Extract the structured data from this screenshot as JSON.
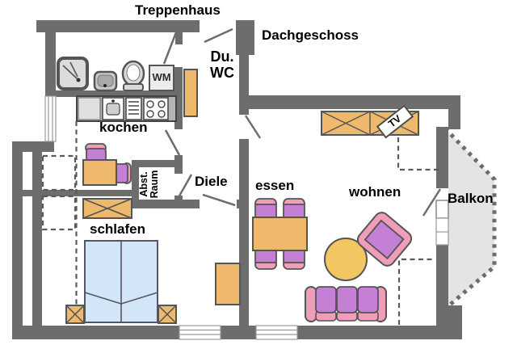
{
  "plan_title": "Dachgeschoss",
  "labels": {
    "treppenhaus": "Treppenhaus",
    "dachgeschoss": "Dachgeschoss",
    "du_wc": "Du.\nWC",
    "wm": "WM",
    "kochen": "kochen",
    "abst_raum": "Abst.\nRaum",
    "diele": "Diele",
    "essen": "essen",
    "wohnen": "wohnen",
    "balkon": "Balkon",
    "tv": "TV",
    "schlafen": "schlafen"
  },
  "rooms": [
    {
      "label": "Du.\nWC"
    },
    {
      "label": "kochen"
    },
    {
      "label": "Abst.\nRaum"
    },
    {
      "label": "Diele"
    },
    {
      "label": "essen"
    },
    {
      "label": "wohnen"
    },
    {
      "label": "Balkon"
    },
    {
      "label": "schlafen"
    }
  ],
  "furniture_icons": [
    "shower-icon",
    "washbasin-icon",
    "toilet-icon",
    "washing-machine-icon",
    "kitchen-counter-icon",
    "sink-icon",
    "stove-icon",
    "kitchen-table-icon",
    "chair-icon",
    "tall-cabinet-icon",
    "dresser-icon",
    "double-bed-icon",
    "nightstand-icon",
    "sideboard-icon",
    "tv-icon",
    "dining-table-icon",
    "dining-chair-icon",
    "armchair-icon",
    "coffee-table-icon",
    "sofa-icon",
    "bedroom-cabinet-icon"
  ],
  "colors": {
    "wall": "#6d6d6d",
    "wood_furniture": "#eeb96d",
    "upholstery_purple": "#c580d6",
    "upholstery_pink": "#ef9db8",
    "bed_blue": "#d2e6f8",
    "round_table_yellow": "#f2c661",
    "balcony_floor": "#e4e4e4",
    "fixture_gray": "#d9d9d9",
    "counter_gray": "#b5b5b5"
  }
}
